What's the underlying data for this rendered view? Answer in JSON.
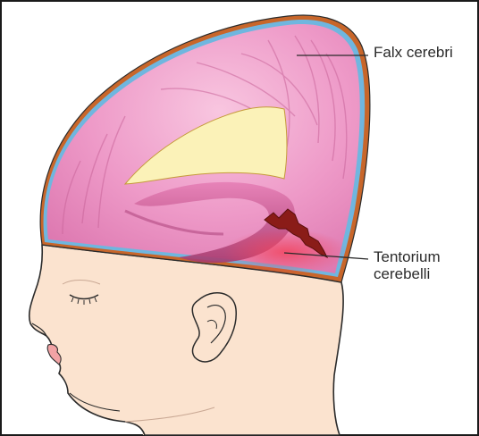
{
  "labels": {
    "falx": "Falx cerebri",
    "tentorium_line1": "Tentorium",
    "tentorium_line2": "cerebelli"
  },
  "colors": {
    "frame": "#1a1a1a",
    "skin": "#fbe3cf",
    "skin_outline": "#2b2b2b",
    "dura_pink": "#ec93c4",
    "dura_light": "#f4b8d8",
    "dura_shadow": "#b8467e",
    "outer_orange": "#c8662a",
    "outer_blue": "#6fb6df",
    "falx_opening": "#fbf2b8",
    "tear": "#8a1c18",
    "hemorrhage": "#e8556a",
    "leader_line": "#2a2a2a"
  },
  "icons": {
    "eye": "closed-eye-icon",
    "ear": "ear-icon"
  }
}
